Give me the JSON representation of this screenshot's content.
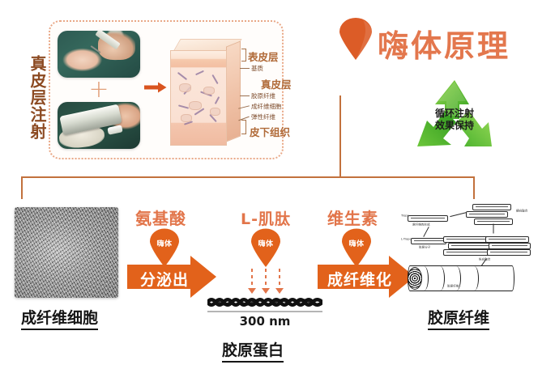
{
  "header": {
    "title": "嗨体原理",
    "pin_icon": "location-pin-icon"
  },
  "top_section": {
    "vertical_label": "真皮层注射",
    "plus_symbol": "+",
    "photos": [
      {
        "name": "neck-injection-photo",
        "alt": "颈部注射"
      },
      {
        "name": "injection-device-photo",
        "alt": "注射器械"
      }
    ],
    "skin_diagram": {
      "name": "skin-cross-section",
      "labels": {
        "epidermis": "表皮层",
        "matrix": "基质",
        "dermis": "真皮层",
        "collagen_fiber": "胶原纤维",
        "fibroblast": "成纤维细胞",
        "elastic_fiber": "弹性纤维",
        "subcutaneous": "皮下组织"
      }
    },
    "recycle": {
      "icon": "recycle-icon",
      "line1": "循环注射",
      "line2": "效果保持"
    }
  },
  "process": {
    "steps": [
      {
        "name": "fibroblast",
        "caption": "成纤维细胞",
        "image": "fibroblast-microscope-photo"
      },
      {
        "name": "amino-acid",
        "substance": "氨基酸",
        "pin_text": "嗨体",
        "arrow_text": "分泌出"
      },
      {
        "name": "collagen-protein",
        "substance": "L-肌肽",
        "pin_text": "嗨体",
        "scale": "300 nm",
        "caption": "胶原蛋白"
      },
      {
        "name": "collagen-fiber",
        "substance": "维生素",
        "pin_text": "嗨体",
        "arrow_text": "成纤维化",
        "caption": "胶原纤维"
      }
    ]
  },
  "colors": {
    "accent_orange": "#e2754a",
    "arrow_orange": "#e2621b",
    "title_orange": "#e3774d",
    "label_brown": "#8c4a22",
    "recycle_green": "#4caf36",
    "connector": "#c2713d"
  }
}
